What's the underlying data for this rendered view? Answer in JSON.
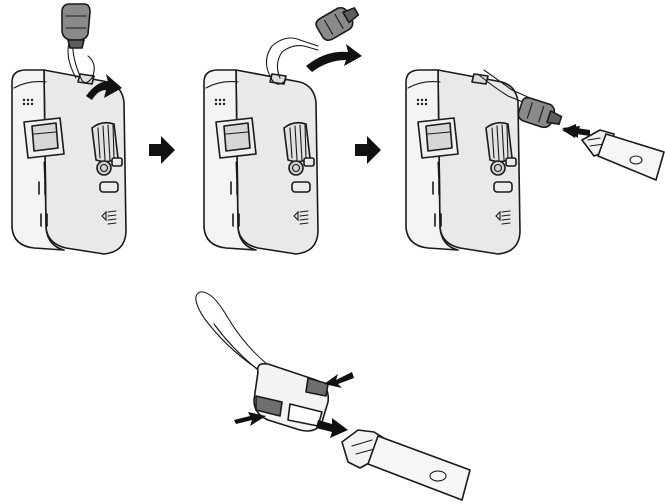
{
  "colors": {
    "outline": "#1a1a1a",
    "body_fill": "#f4f4f4",
    "shade_fill": "#cfcfcf",
    "dark_fill": "#7a7a7a",
    "arrow_fill": "#111111"
  },
  "steps": [
    {
      "step": 1,
      "strap_state": "loop-threaded-through-eyelet"
    },
    {
      "step": 2,
      "strap_state": "clip-pulled-through-loop"
    },
    {
      "step": 3,
      "strap_state": "clip-attached-to-neck-strap"
    }
  ],
  "detail": {
    "action": "squeeze-sides-to-release-buckle"
  }
}
